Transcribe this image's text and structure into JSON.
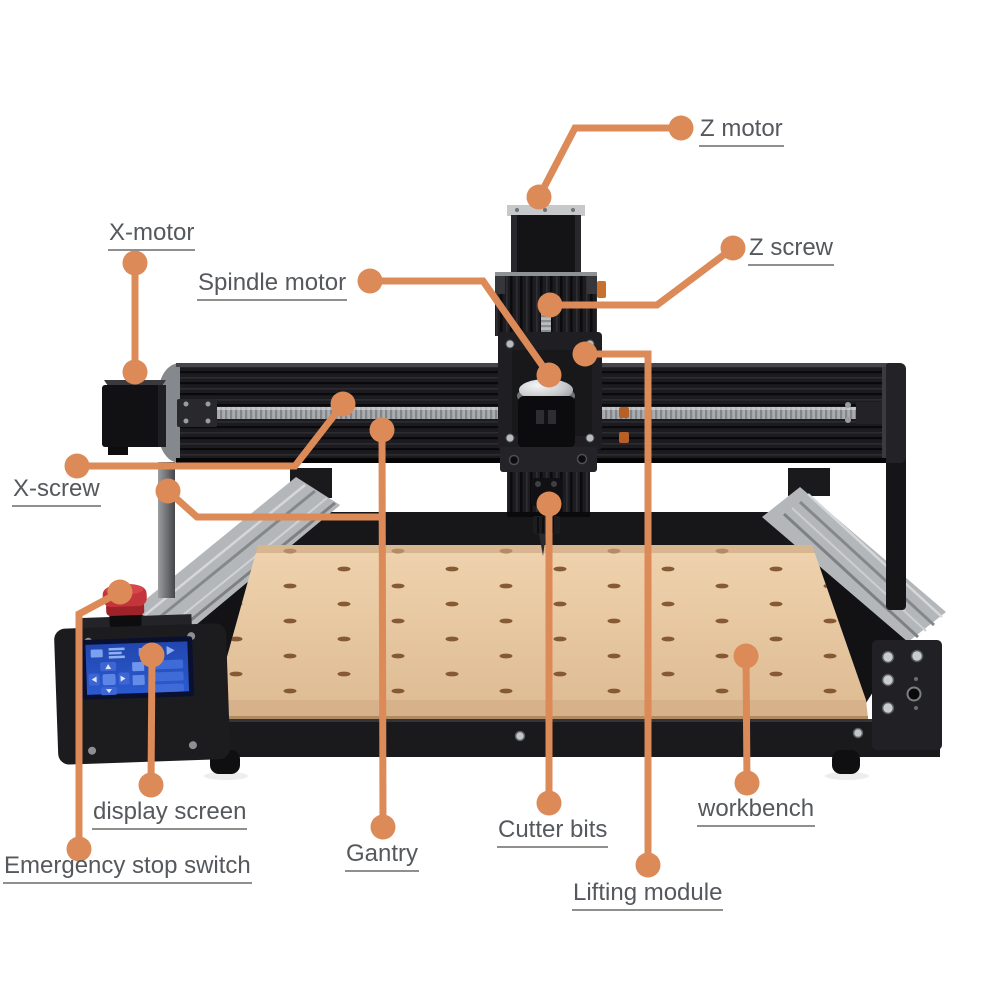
{
  "colors": {
    "accent": "#DB8A58",
    "label_text": "#55585C",
    "label_underline": "#8F8F8F",
    "machine_black": "#17171A",
    "rail_silver": "#B4B7BA",
    "workbench_tan": "#EACDA7",
    "workbench_slot_brown": "#7B4E28",
    "screen_blue": "#2B57C9",
    "estop_red": "#C5343B"
  },
  "labels": {
    "z_motor": "Z motor",
    "x_motor": "X-motor",
    "spindle_motor": "Spindle motor",
    "z_screw": "Z screw",
    "x_screw": "X-screw",
    "display_screen": "display screen",
    "emergency_stop_switch": "Emergency stop switch",
    "gantry": "Gantry",
    "cutter_bits": "Cutter bits",
    "lifting_module": "Lifting module",
    "workbench": "workbench"
  }
}
